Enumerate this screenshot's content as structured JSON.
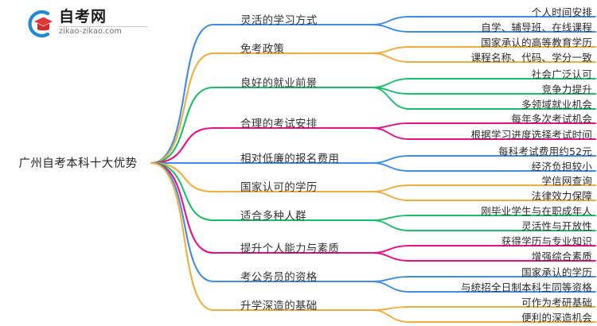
{
  "logo": {
    "brand": "自考网",
    "url": "zikao-zikao.com",
    "mark_icon": "graduation-cap-icon",
    "arc_color": "#1e8bd4",
    "cap_color": "#e03a3a"
  },
  "mindmap": {
    "root": {
      "label": "广州自考本科十大优势"
    },
    "colors": {
      "blue": "#3d8ce8",
      "orange": "#f0ad38",
      "green": "#18bf6a",
      "pink": "#ec0d86"
    },
    "branches": [
      {
        "label": "灵活的学习方式",
        "color": "#3d8ce8",
        "children": [
          "个人时间安排",
          "自学、辅导班、在线课程"
        ]
      },
      {
        "label": "免考政策",
        "color": "#f0ad38",
        "children": [
          "国家承认的高等教育学历",
          "课程名称、代码、学分一致"
        ]
      },
      {
        "label": "良好的就业前景",
        "color": "#18bf6a",
        "children": [
          "社会广泛认可",
          "竞争力提升",
          "多领域就业机会"
        ]
      },
      {
        "label": "合理的考试安排",
        "color": "#ec0d86",
        "children": [
          "每年多次考试机会",
          "根据学习进度选择考试时间"
        ]
      },
      {
        "label": "相对低廉的报名费用",
        "color": "#3d8ce8",
        "children": [
          "每科考试费用约52元",
          "经济负担较小"
        ]
      },
      {
        "label": "国家认可的学历",
        "color": "#f0ad38",
        "children": [
          "学信网查询",
          "法律效力保障"
        ]
      },
      {
        "label": "适合多种人群",
        "color": "#18bf6a",
        "children": [
          "刚毕业学生与在职成年人",
          "灵活性与开放性"
        ]
      },
      {
        "label": "提升个人能力与素质",
        "color": "#ec0d86",
        "children": [
          "获得学历与专业知识",
          "增强综合素质"
        ]
      },
      {
        "label": "考公务员的资格",
        "color": "#3d8ce8",
        "children": [
          "国家承认的学历",
          "与统招全日制本科生同等资格"
        ]
      },
      {
        "label": "升学深造的基础",
        "color": "#f0ad38",
        "children": [
          "可作为考研基础",
          "便利的深造机会"
        ]
      }
    ]
  }
}
